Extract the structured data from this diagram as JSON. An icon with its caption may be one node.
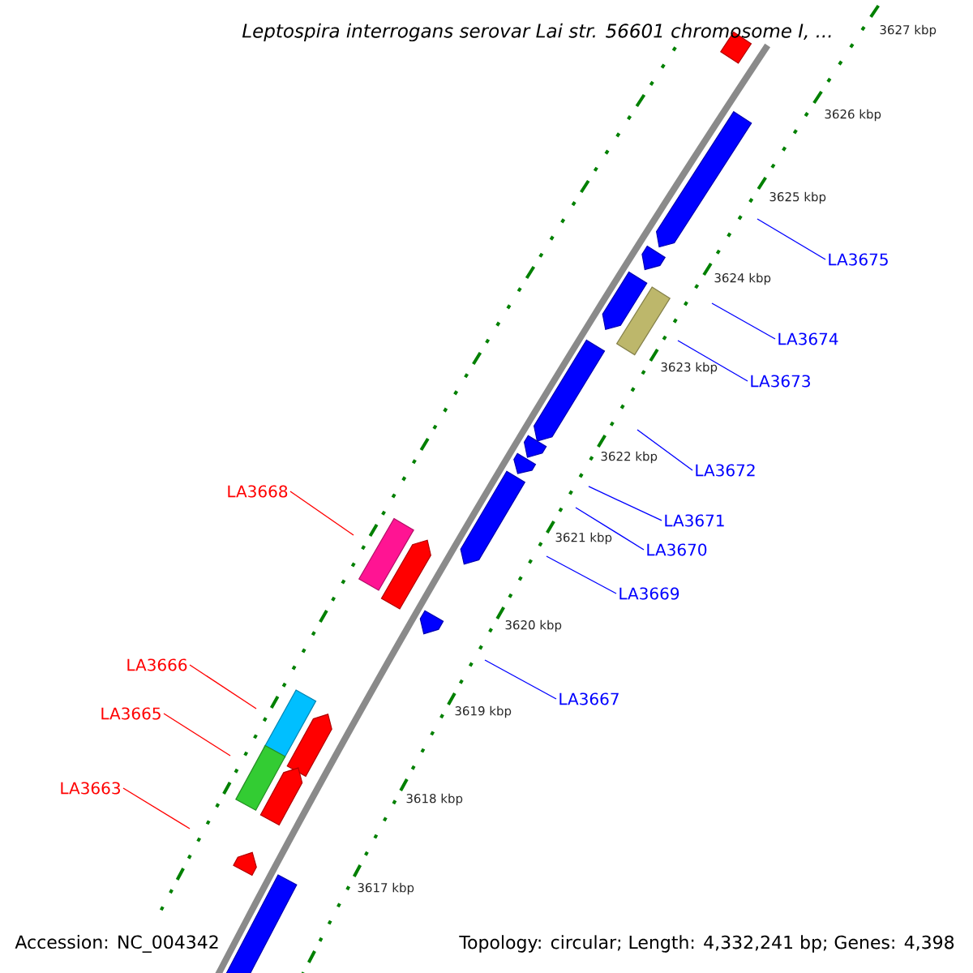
{
  "diagram": {
    "title": "Leptospira interrogans serovar Lai str. 56601 chromosome I, ...",
    "nodes": [
      {
        "text": [
          "LA3675"
        ]
      },
      {
        "text": [
          "LA3674"
        ]
      },
      {
        "text": [
          "LA3673"
        ]
      },
      {
        "text": [
          "LA3672"
        ]
      },
      {
        "text": [
          "LA3668"
        ]
      },
      {
        "text": [
          "LA3671"
        ]
      },
      {
        "text": [
          "LA3670"
        ]
      },
      {
        "text": [
          "LA3669"
        ]
      },
      {
        "text": [
          "LA3666"
        ]
      },
      {
        "text": [
          "LA3667"
        ]
      },
      {
        "text": [
          "LA3665"
        ]
      },
      {
        "text": [
          "LA3663"
        ]
      }
    ],
    "edges": [
      {
        "from": 0,
        "to": null,
        "arrow": "none"
      },
      {
        "from": 1,
        "to": null,
        "arrow": "none"
      },
      {
        "from": 2,
        "to": null,
        "arrow": "none"
      },
      {
        "from": 3,
        "to": null,
        "arrow": "none"
      },
      {
        "from": 4,
        "to": null,
        "arrow": "none",
        "color": "#ff0000"
      },
      {
        "from": 5,
        "to": null,
        "arrow": "none"
      },
      {
        "from": 6,
        "to": null,
        "arrow": "none"
      },
      {
        "from": 7,
        "to": null,
        "arrow": "none"
      },
      {
        "from": 8,
        "to": null,
        "arrow": "none",
        "color": "#ff0000"
      },
      {
        "from": 9,
        "to": null,
        "arrow": "none"
      },
      {
        "from": 10,
        "to": null,
        "arrow": "none",
        "color": "#ff0000"
      },
      {
        "from": 11,
        "to": null,
        "arrow": "none",
        "color": "#ff0000"
      }
    ],
    "labels": [
      "3627 kbp",
      "3626 kbp",
      "3625 kbp",
      "3624 kbp",
      "3623 kbp",
      "3622 kbp",
      "3621 kbp",
      "3620 kbp",
      "3619 kbp",
      "3618 kbp",
      "3617 kbp",
      "Accession: NC_004342",
      "Topology: circular; Length: 4,332,241 bp; Genes: 4,398"
    ]
  }
}
